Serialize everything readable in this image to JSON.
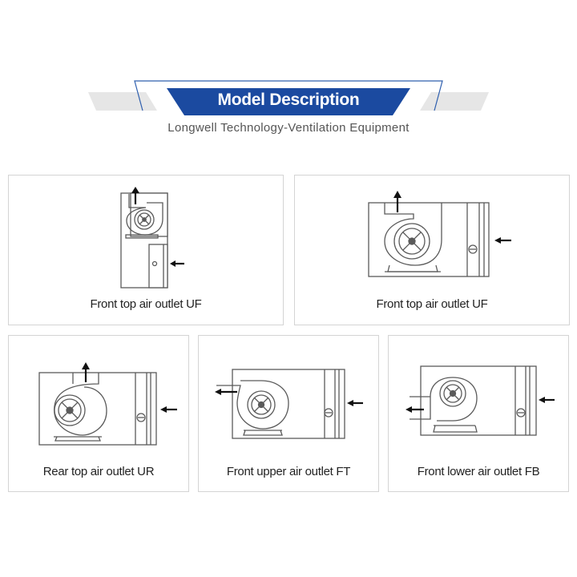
{
  "header": {
    "title": "Model Description",
    "subtitle": "Longwell Technology-Ventilation Equipment"
  },
  "colors": {
    "accent": "#1b4aa0",
    "band": "#e6e6e6",
    "line": "#5a5a5a"
  },
  "cards": [
    {
      "caption": "Front top air outlet UF"
    },
    {
      "caption": "Front top air outlet UF"
    },
    {
      "caption": "Rear top air outlet UR"
    },
    {
      "caption": "Front upper air outlet FT"
    },
    {
      "caption": "Front lower air outlet FB"
    }
  ]
}
